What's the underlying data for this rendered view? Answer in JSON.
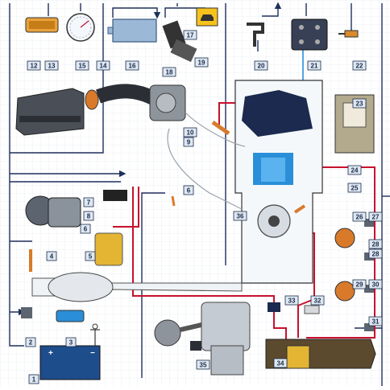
{
  "diagram": {
    "colors": {
      "wire_main": "#1e2f5c",
      "wire_red": "#c8102e",
      "wire_blue": "#2a8fd8",
      "label_bg": "#dfe8f2",
      "label_border": "#1a2b4a"
    },
    "labels": [
      "1",
      "2",
      "3",
      "4",
      "5",
      "6",
      "6",
      "7",
      "8",
      "9",
      "10",
      "12",
      "13",
      "14",
      "15",
      "16",
      "17",
      "18",
      "19",
      "20",
      "21",
      "22",
      "23",
      "24",
      "25",
      "26",
      "27",
      "28",
      "28",
      "29",
      "30",
      "31",
      "32",
      "33",
      "34",
      "35",
      "36"
    ],
    "battery_signs": {
      "plus": "+",
      "minus": "−"
    }
  }
}
